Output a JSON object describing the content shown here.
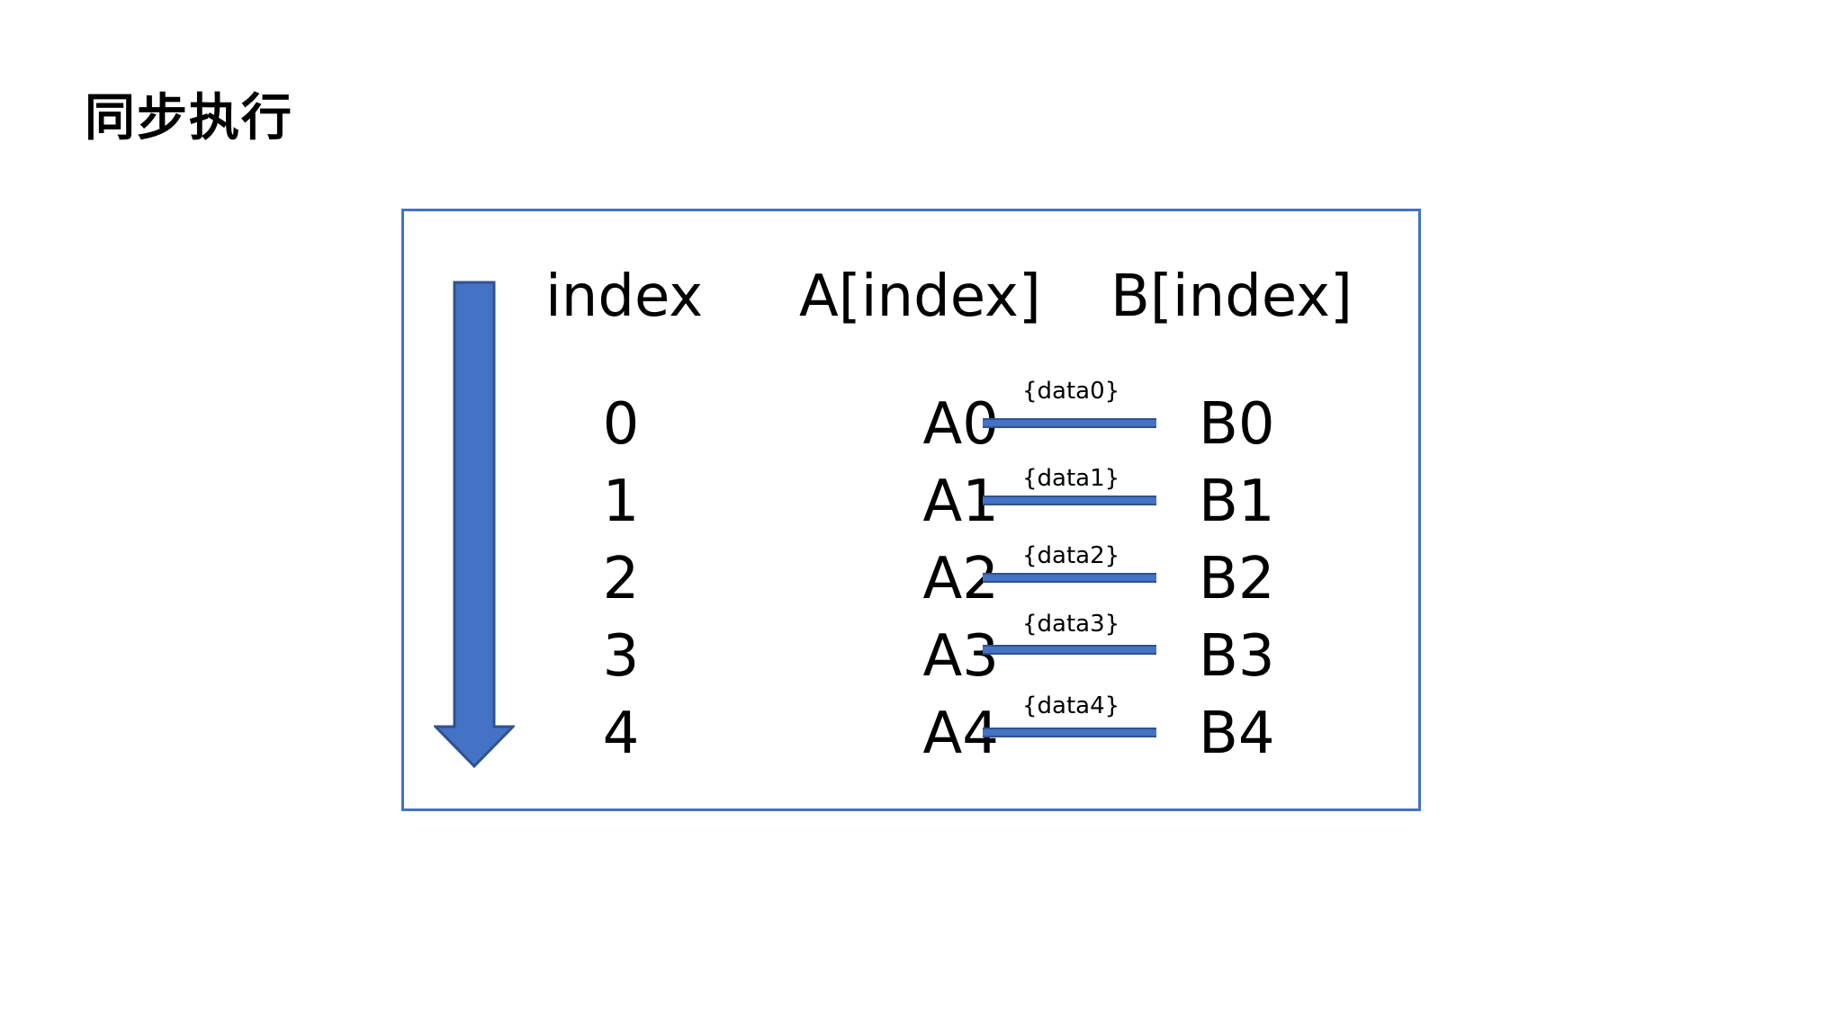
{
  "title": "同步执行",
  "headers": {
    "index": "index",
    "a": "A[index]",
    "b": "B[index]"
  },
  "rows": [
    {
      "index": "0",
      "a": "A0",
      "b": "B0",
      "data": "{data0}"
    },
    {
      "index": "1",
      "a": "A1",
      "b": "B1",
      "data": "{data1}"
    },
    {
      "index": "2",
      "a": "A2",
      "b": "B2",
      "data": "{data2}"
    },
    {
      "index": "3",
      "a": "A3",
      "b": "B3",
      "data": "{data3}"
    },
    {
      "index": "4",
      "a": "A4",
      "b": "B4",
      "data": "{data4}"
    }
  ],
  "colors": {
    "accent": "#4472C4",
    "accent_dark": "#2F528F"
  },
  "icons": {
    "arrow": "down-arrow-icon"
  }
}
